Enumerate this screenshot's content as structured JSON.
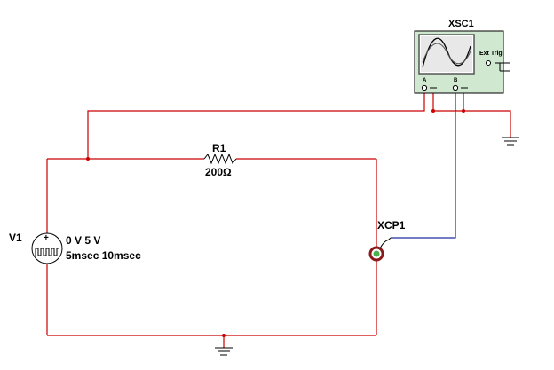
{
  "components": {
    "oscilloscope": {
      "ref": "XSC1",
      "channel_a": "A",
      "channel_b": "B",
      "ext_trig": "Ext Trig"
    },
    "resistor": {
      "ref": "R1",
      "value": "200Ω"
    },
    "source": {
      "ref": "V1",
      "levels": "0 V 5 V",
      "timing": "5msec 10msec"
    },
    "probe": {
      "ref": "XCP1"
    }
  },
  "colors": {
    "wire": "#cc0000",
    "probe_wire": "#1f2fa0",
    "scope_body": "#cfe8cf",
    "scope_screen": "#ffffff"
  }
}
